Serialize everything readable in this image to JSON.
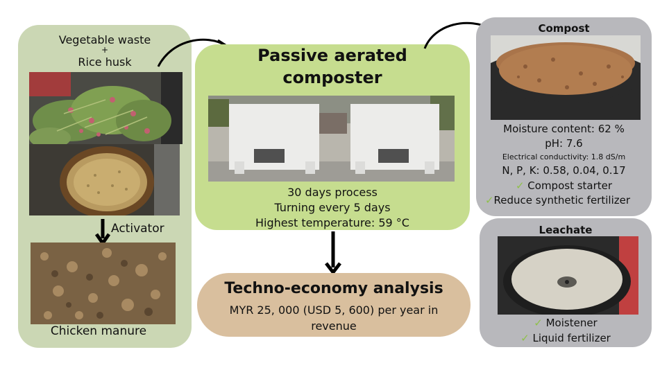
{
  "left": {
    "line1": "Vegetable waste",
    "plus": "+",
    "line2": "Rice husk",
    "activator": "Activator",
    "manure": "Chicken manure"
  },
  "center": {
    "title_line1": "Passive aerated",
    "title_line2": "composter",
    "info": [
      "30 days process",
      "Turning every 5 days",
      "Highest temperature: 59 °C"
    ]
  },
  "techno": {
    "title": "Techno-economy analysis",
    "line1": "MYR 25, 000 (USD 5, 600) per year in",
    "line2": "revenue"
  },
  "compost": {
    "title": "Compost",
    "moisture": "Moisture content: 62 %",
    "ph": "pH: 7.6",
    "ec": "Electrical conductivity: 1.8 dS/m",
    "npk": "N, P, K: 0.58, 0.04, 0.17",
    "use1": "Compost starter",
    "use2": "Reduce synthetic fertilizer"
  },
  "leachate": {
    "title": "Leachate",
    "use1": "Moistener",
    "use2": "Liquid fertilizer"
  },
  "check_symbol": "✓",
  "colors": {
    "left_panel": "#cbd7b4",
    "center_panel": "#c6dd8f",
    "techno_panel": "#d9bf9e",
    "gray_panel": "#b8b8bc",
    "check": "#8fc04a"
  }
}
